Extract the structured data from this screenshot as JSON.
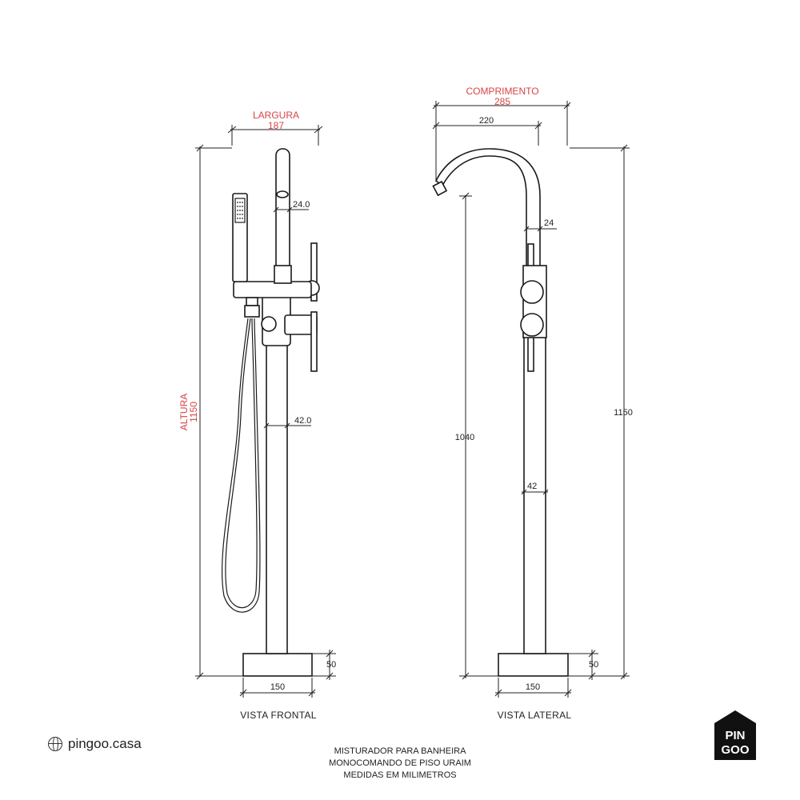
{
  "dimensions": {
    "largura_label": "LARGURA",
    "largura_value": "187",
    "altura_label": "ALTURA",
    "altura_value": "1150",
    "comprimento_label": "COMPRIMENTO",
    "comprimento_value": "285",
    "front_spout_diameter": "24.0",
    "front_body_diameter": "42.0",
    "front_base_height": "50",
    "front_base_width": "150",
    "side_spout_reach": "220",
    "side_spout_diameter": "24",
    "side_body_diameter": "42",
    "side_spout_height": "1040",
    "side_total_height": "1150",
    "side_base_height": "50",
    "side_base_width": "150"
  },
  "views": {
    "front_caption": "VISTA FRONTAL",
    "side_caption": "VISTA LATERAL"
  },
  "footer": {
    "line1": "MISTURADOR PARA BANHEIRA",
    "line2": "MONOCOMANDO DE PISO URAIM",
    "line3": "MEDIDAS EM MILIMETROS"
  },
  "brand": {
    "website": "pingoo.casa",
    "logo_line1": "PIN",
    "logo_line2": "GOO"
  },
  "colors": {
    "dimension_red": "#d64545",
    "line_dark": "#1a1a1a"
  }
}
